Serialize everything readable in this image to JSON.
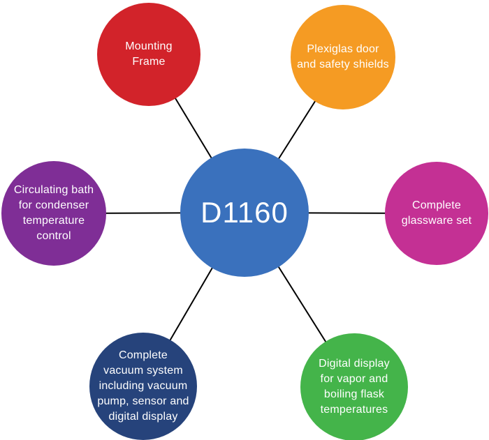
{
  "diagram": {
    "background_color": "#FFFFFF",
    "connector_color": "#000000",
    "text_color": "#FFFFFF",
    "center": {
      "id": "d1160",
      "label": "D1160",
      "color": "#3A71BD"
    },
    "nodes": [
      {
        "id": "mounting-frame",
        "label": "Mounting\nFrame",
        "color": "#D2232A",
        "position": "top-left"
      },
      {
        "id": "plexiglas-door",
        "label": "Plexiglas door\nand safety shields",
        "color": "#F59B23",
        "position": "top-right"
      },
      {
        "id": "glassware-set",
        "label": "Complete\nglassware set",
        "color": "#C43094",
        "position": "right"
      },
      {
        "id": "vapor-boiling-display",
        "label": "Digital display\nfor vapor and\nboiling flask\ntemperatures",
        "color": "#44B44A",
        "position": "bottom-right"
      },
      {
        "id": "vacuum-system",
        "label": "Complete\nvacuum system\nincluding vacuum\npump, sensor and\ndigital display",
        "color": "#26437B",
        "position": "bottom-left"
      },
      {
        "id": "circulating-bath",
        "label": "Circulating bath\nfor condenser\ntemperature\ncontrol",
        "color": "#7F2E96",
        "position": "left"
      }
    ]
  }
}
